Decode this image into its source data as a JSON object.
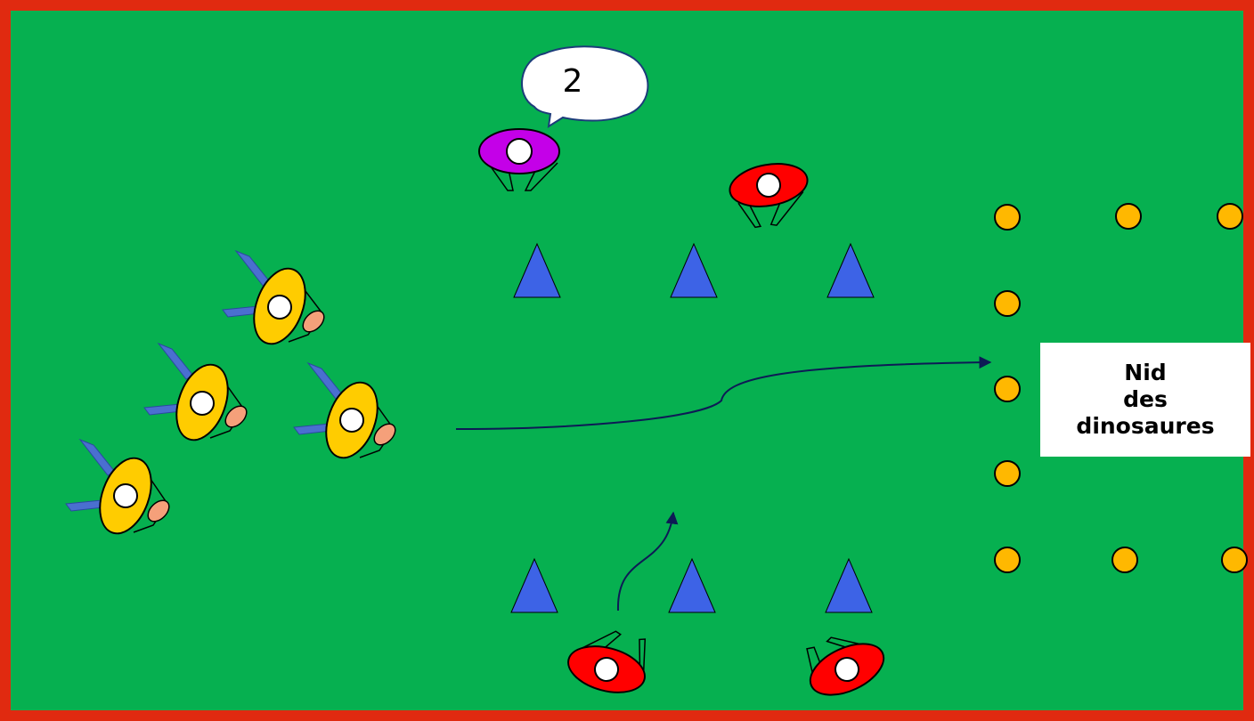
{
  "colors": {
    "border": "#e02a10",
    "field": "#06b050",
    "cone": "#3d63e6",
    "marker": "#ffb800",
    "defender": "#ff0000",
    "caller": "#c400e8",
    "dinosaur": "#ffcc00",
    "ball": "#f5a07a",
    "wing": "#4a6fd0",
    "arrow": "#0d1a55"
  },
  "speech_bubble": {
    "text": "2"
  },
  "nest": {
    "lines": [
      "Nid",
      "des",
      "dinosaures"
    ]
  },
  "legend_icons": [
    "cone-icon",
    "marker-icon",
    "player-icon",
    "dinosaur-icon",
    "ball-icon",
    "arrow-icon"
  ]
}
